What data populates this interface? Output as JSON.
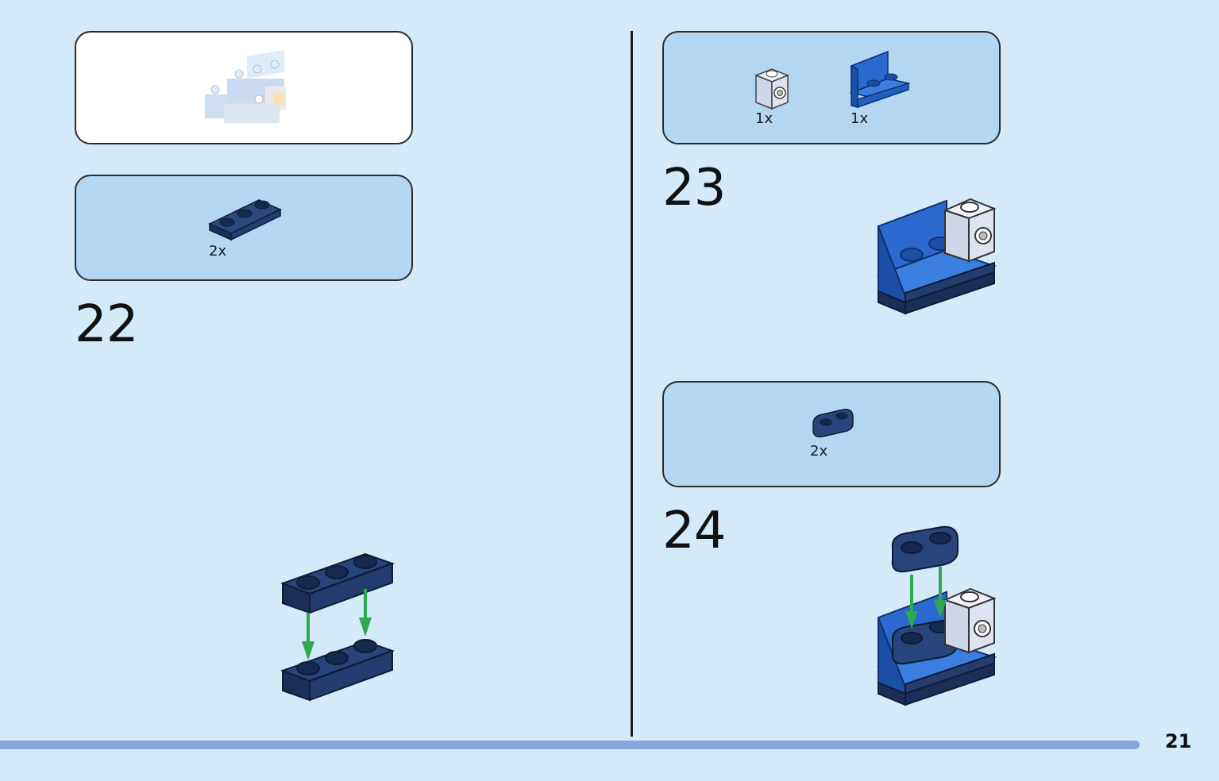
{
  "page": {
    "number": "21",
    "background": "#d4eaf9",
    "bar_color": "#84a8df"
  },
  "overview": {
    "description_icon": "assembled-model-preview"
  },
  "step22": {
    "number": "22",
    "parts": [
      {
        "qty": "2x",
        "part_icon": "dark-blue-1x3-plate"
      }
    ]
  },
  "step23": {
    "number": "23",
    "parts": [
      {
        "qty": "1x",
        "part_icon": "light-grey-1x1-brick-with-stud-on-side"
      },
      {
        "qty": "1x",
        "part_icon": "blue-1x2-2x2-bracket"
      }
    ]
  },
  "step24": {
    "number": "24",
    "parts": [
      {
        "qty": "2x",
        "part_icon": "dark-blue-1x2-rounded-plate"
      }
    ]
  },
  "colors": {
    "dark_blue": "#1f3563",
    "blue": "#1f5fc4",
    "light_grey": "#dde3ef",
    "arrow_green": "#2fa84f",
    "callout_blue": "#b3d6f3"
  }
}
